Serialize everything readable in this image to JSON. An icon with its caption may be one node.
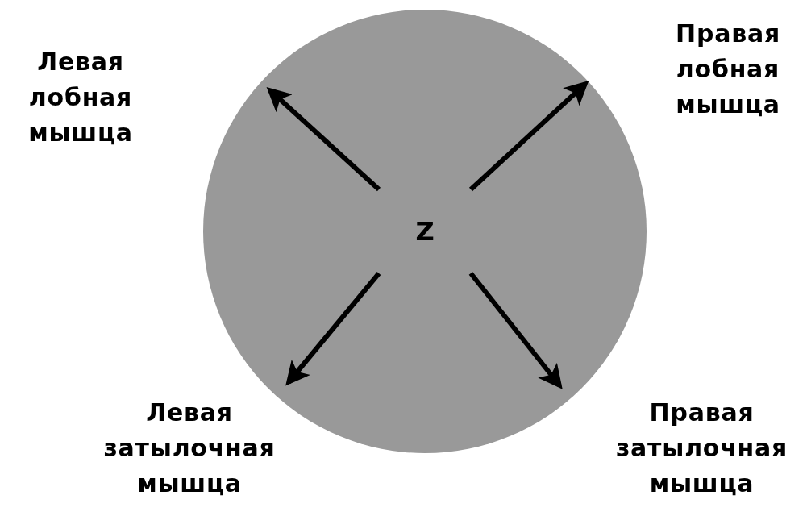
{
  "diagram": {
    "nodes": [
      {
        "text": [],
        "shape": "circle"
      },
      {
        "text": [
          "Z"
        ],
        "in": 0
      }
    ],
    "edges": [
      {
        "from": 1,
        "to": null,
        "arrow": "to"
      },
      {
        "from": 1,
        "to": null,
        "arrow": "to"
      },
      {
        "from": 1,
        "to": null,
        "arrow": "to"
      },
      {
        "from": 1,
        "to": null,
        "arrow": "to"
      }
    ],
    "labels": [
      "Левая лобная мышца",
      "Правая лобная мышца",
      "Левая затылочная мышца",
      "Правая затылочная мышца"
    ]
  }
}
